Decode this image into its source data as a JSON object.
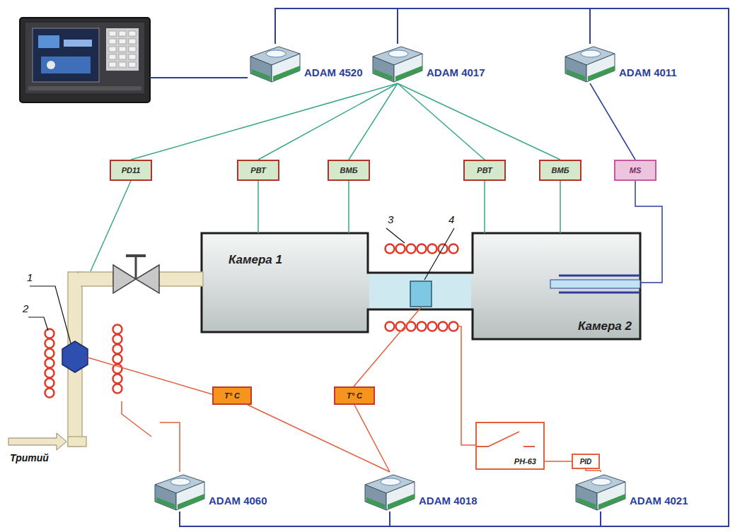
{
  "diagram": {
    "nodes": [
      {
        "text": [
          "ADAM 4520"
        ]
      },
      {
        "text": [
          "ADAM 4017"
        ]
      },
      {
        "text": [
          "ADAM 4011"
        ]
      },
      {
        "text": [
          "PD11"
        ]
      },
      {
        "text": [
          "РВТ"
        ]
      },
      {
        "text": [
          "ВМБ"
        ]
      },
      {
        "text": [
          "РВТ"
        ]
      },
      {
        "text": [
          "ВМБ"
        ]
      },
      {
        "text": [
          "MS"
        ]
      },
      {
        "text": [
          "Камера 1"
        ]
      },
      {
        "text": [
          "Камера 2"
        ]
      },
      {
        "text": [
          "T° C"
        ]
      },
      {
        "text": [
          "T° C"
        ]
      },
      {
        "text": [
          "PH-63"
        ]
      },
      {
        "text": [
          "PID"
        ]
      },
      {
        "text": [
          "ADAM 4060"
        ]
      },
      {
        "text": [
          "ADAM 4018"
        ]
      },
      {
        "text": [
          "ADAM 4021"
        ]
      }
    ],
    "edges": [
      {
        "from": 0,
        "to": 1,
        "arrow": "none"
      },
      {
        "from": 1,
        "to": 2,
        "arrow": "none"
      },
      {
        "from": 2,
        "to": 17,
        "arrow": "none"
      },
      {
        "from": 17,
        "to": 16,
        "arrow": "none"
      },
      {
        "from": 16,
        "to": 15,
        "arrow": "none"
      },
      {
        "from": 1,
        "to": 3,
        "arrow": "none"
      },
      {
        "from": 1,
        "to": 4,
        "arrow": "none"
      },
      {
        "from": 1,
        "to": 5,
        "arrow": "none"
      },
      {
        "from": 1,
        "to": 6,
        "arrow": "none"
      },
      {
        "from": 1,
        "to": 7,
        "arrow": "none"
      },
      {
        "from": 2,
        "to": 8,
        "arrow": "none"
      },
      {
        "from": 4,
        "to": 9,
        "arrow": "none"
      },
      {
        "from": 5,
        "to": 9,
        "arrow": "none"
      },
      {
        "from": 6,
        "to": 10,
        "arrow": "none"
      },
      {
        "from": 7,
        "to": 10,
        "arrow": "none"
      },
      {
        "from": 8,
        "to": 10,
        "arrow": "none"
      },
      {
        "from": 11,
        "to": 16,
        "arrow": "none"
      },
      {
        "from": 12,
        "to": 16,
        "arrow": "none"
      },
      {
        "from": 13,
        "to": 14,
        "arrow": "none"
      },
      {
        "from": 14,
        "to": 17,
        "arrow": "none"
      }
    ],
    "labels": [
      "1",
      "2",
      "3",
      "4",
      "Тритий"
    ]
  }
}
